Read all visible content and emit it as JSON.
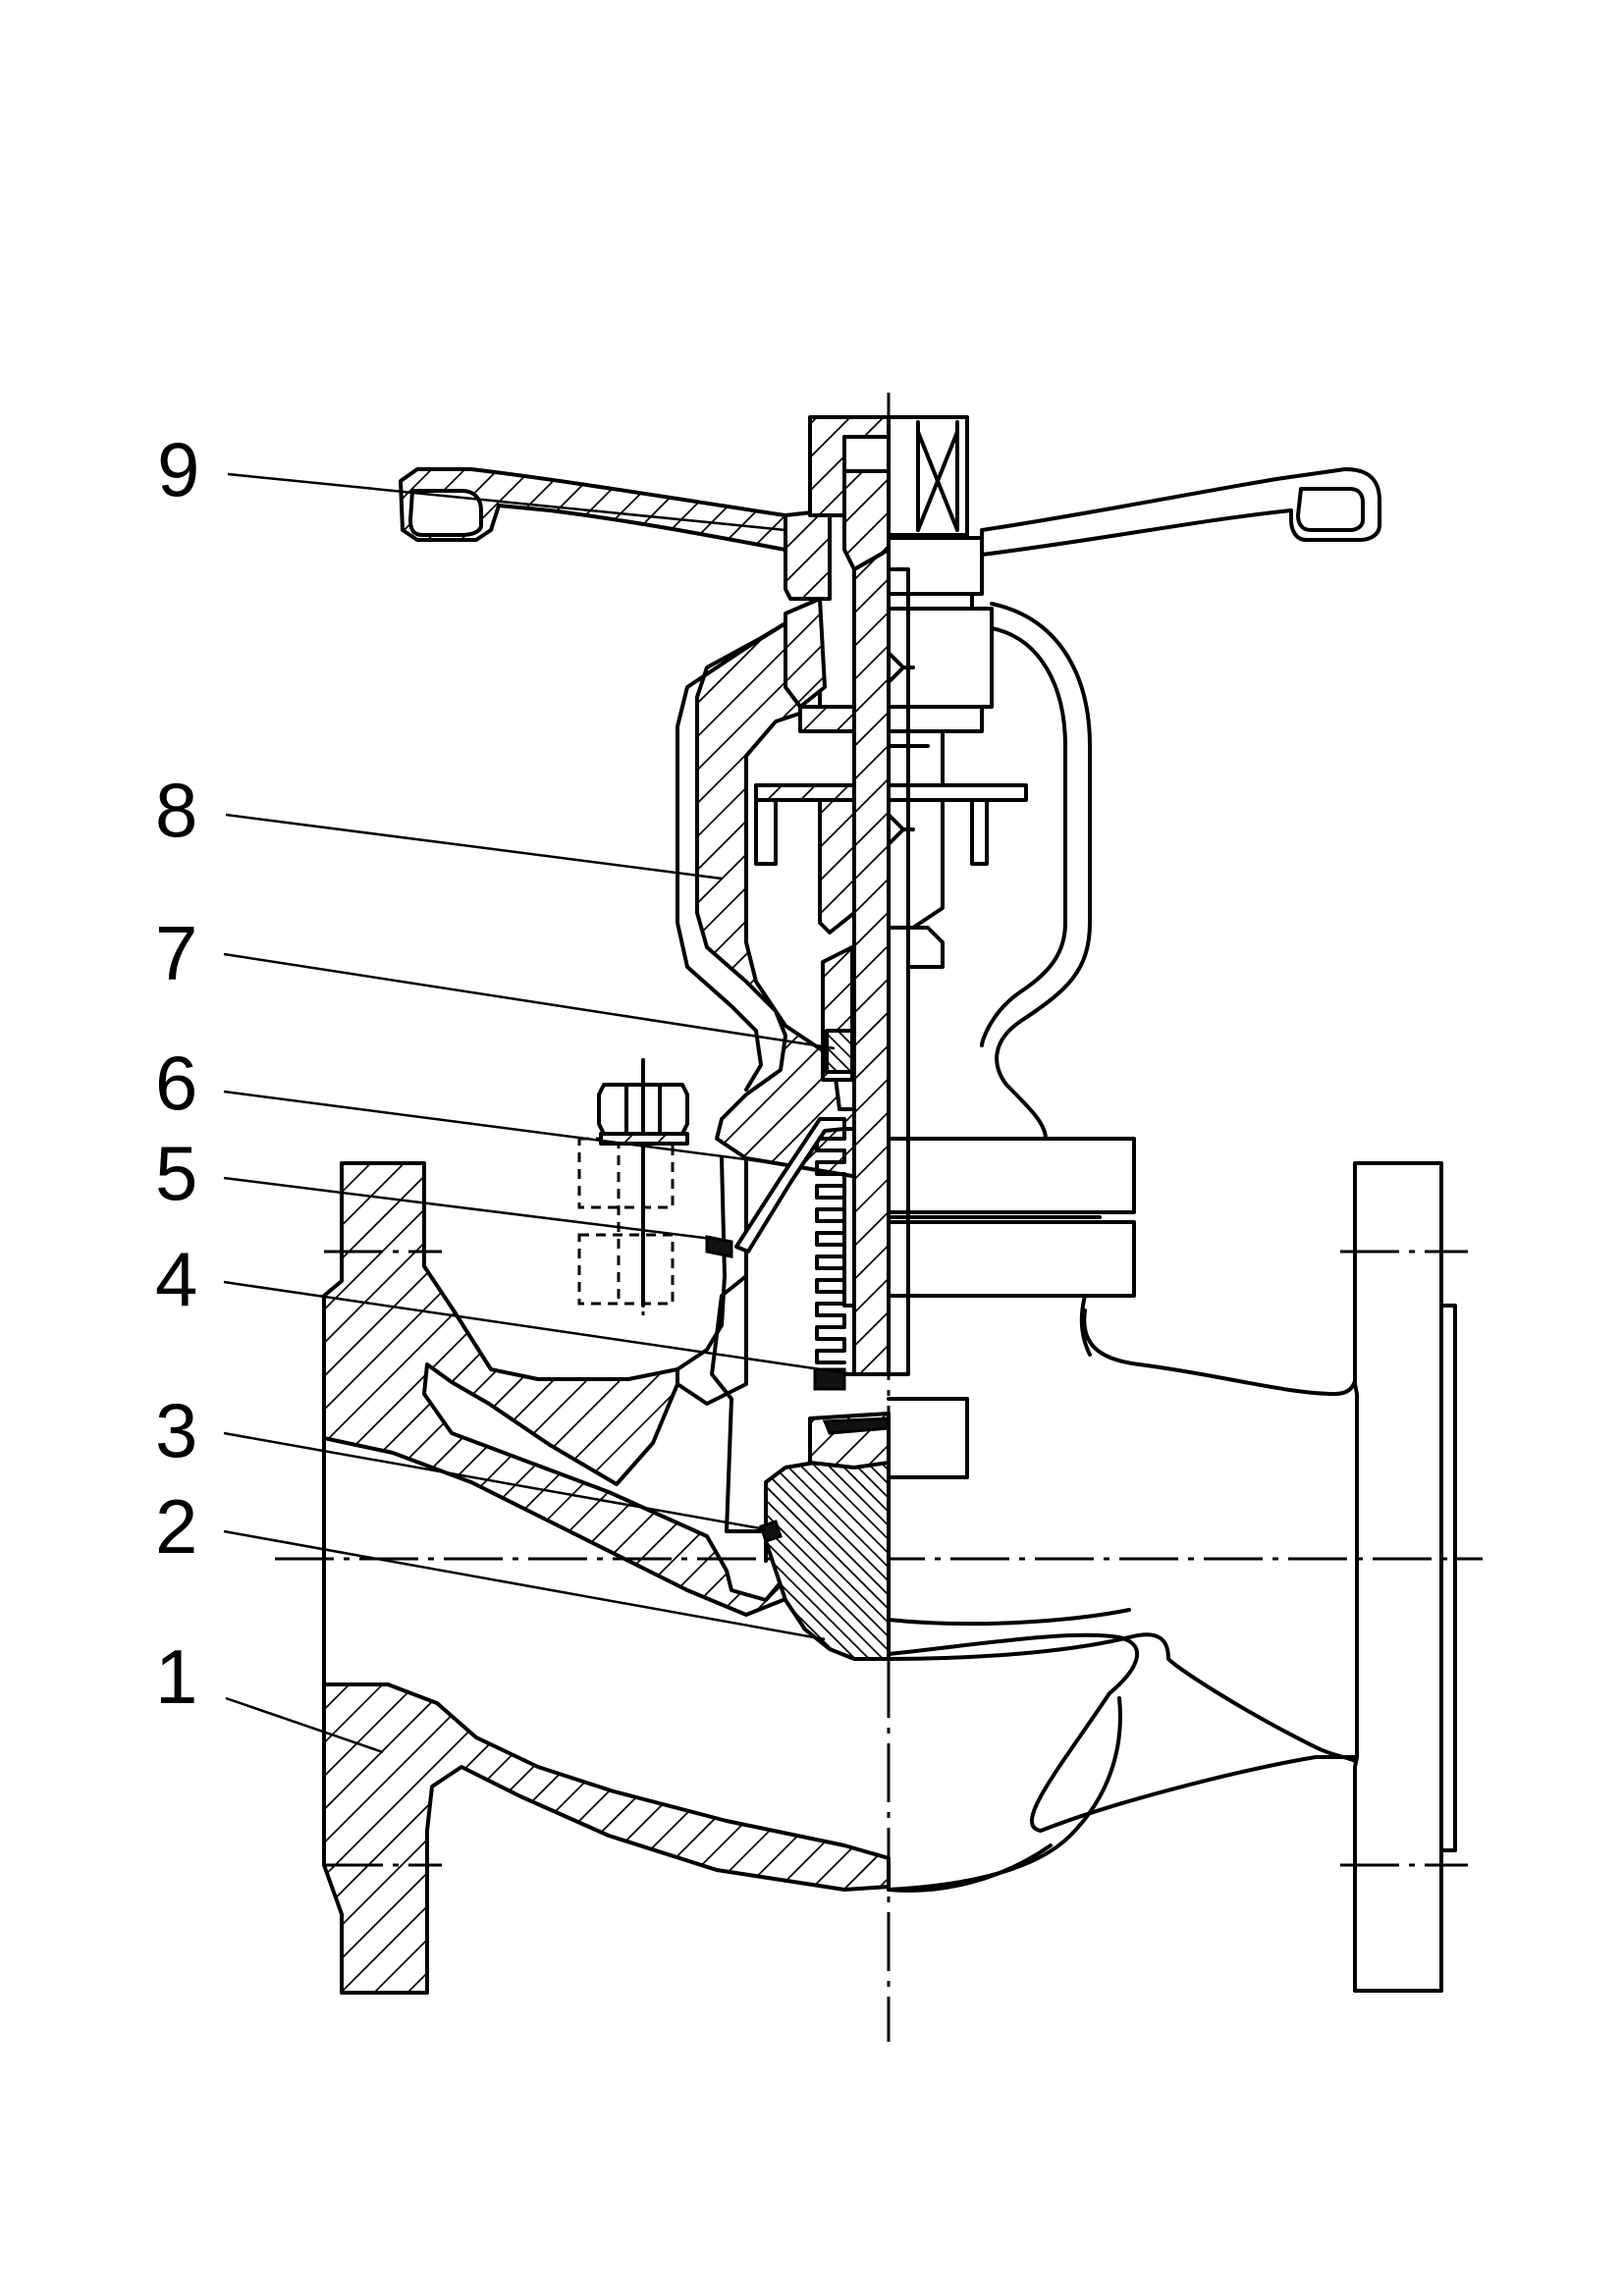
{
  "figure": {
    "type": "cross-section drawing",
    "subject": "bellows seal globe valve",
    "colors": {
      "line": "#000000",
      "background": "#ffffff"
    }
  },
  "callouts": [
    {
      "number": "1"
    },
    {
      "number": "2"
    },
    {
      "number": "3"
    },
    {
      "number": "4"
    },
    {
      "number": "5"
    },
    {
      "number": "6"
    },
    {
      "number": "7"
    },
    {
      "number": "8"
    },
    {
      "number": "9"
    }
  ]
}
